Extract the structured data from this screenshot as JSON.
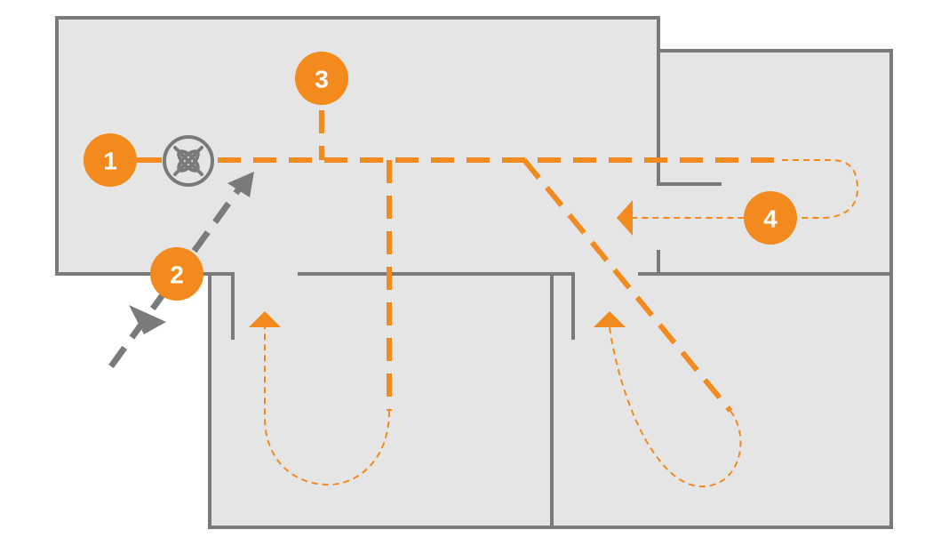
{
  "colors": {
    "background": "#ffffff",
    "floor": "#e5e5e5",
    "wall": "#7a7a7a",
    "accent": "#f28a1e",
    "supply_path": "#7a7a7a",
    "marker_text": "#ffffff"
  },
  "icons": {
    "fan": "fan-icon",
    "arrow": "arrowhead-icon"
  },
  "markers": [
    {
      "id": "1",
      "label": "1"
    },
    {
      "id": "2",
      "label": "2"
    },
    {
      "id": "3",
      "label": "3"
    },
    {
      "id": "4",
      "label": "4"
    }
  ]
}
